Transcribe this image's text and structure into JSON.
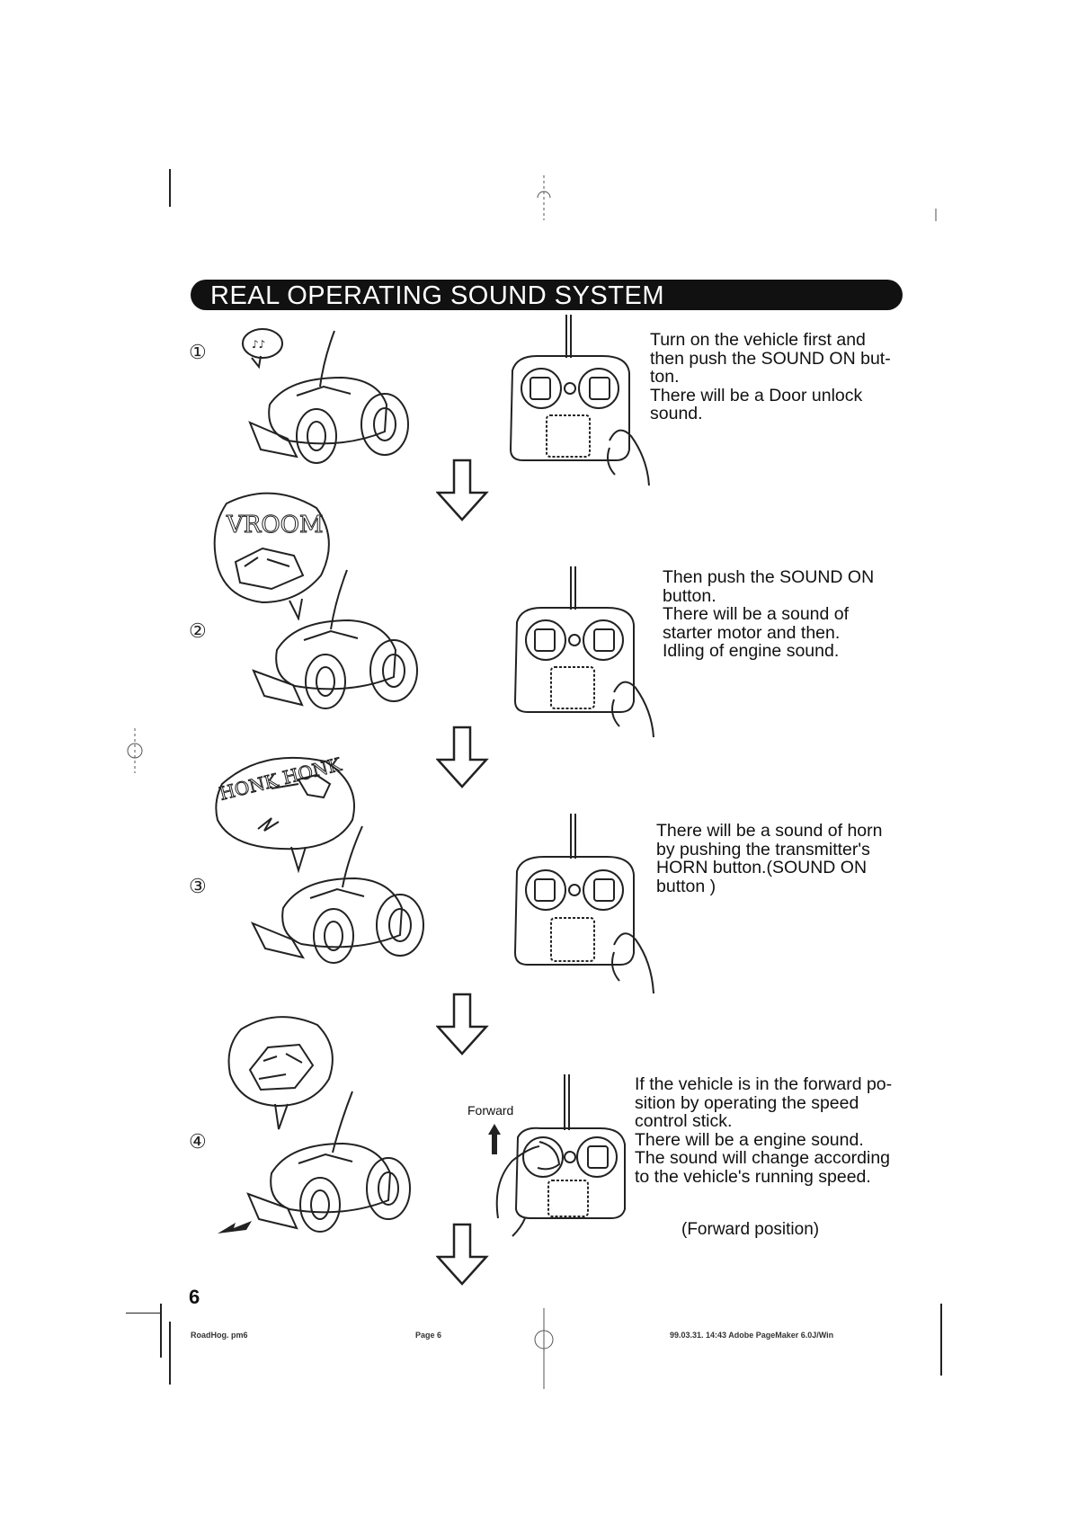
{
  "header": {
    "title": "REAL OPERATING SOUND SYSTEM"
  },
  "steps": [
    {
      "number": "①",
      "text": "Turn on the vehicle first and\nthen push the SOUND ON but-\nton.\nThere will be a Door unlock\nsound.",
      "bubble_text": ""
    },
    {
      "number": "②",
      "text": "Then push the SOUND ON\nbutton.\nThere will be a sound of\nstarter motor and then.\nIdling of engine sound.",
      "bubble_text": "VROOM"
    },
    {
      "number": "③",
      "text": "There will be a sound of horn\nby pushing the transmitter's\nHORN button.(SOUND ON\nbutton )",
      "bubble_text": "HONK HONK"
    },
    {
      "number": "④",
      "text": "If the vehicle is in the forward po-\nsition by operating the speed\ncontrol stick.\nThere will be a engine sound.\nThe sound will change according\nto the vehicle's running speed.",
      "bubble_text": ""
    }
  ],
  "forward_label": "Forward",
  "forward_caption": "(Forward position)",
  "page_number": "6",
  "footer": {
    "file": "RoadHog. pm6",
    "page": "Page 6",
    "stamp": "99.03.31. 14:43   Adobe PageMaker 6.0J/Win"
  },
  "icons": [
    "vehicle-illustration",
    "transmitter-icon",
    "down-arrow-icon",
    "speech-bubble",
    "hand-icon",
    "forward-arrow-icon",
    "registration-mark-icon"
  ]
}
